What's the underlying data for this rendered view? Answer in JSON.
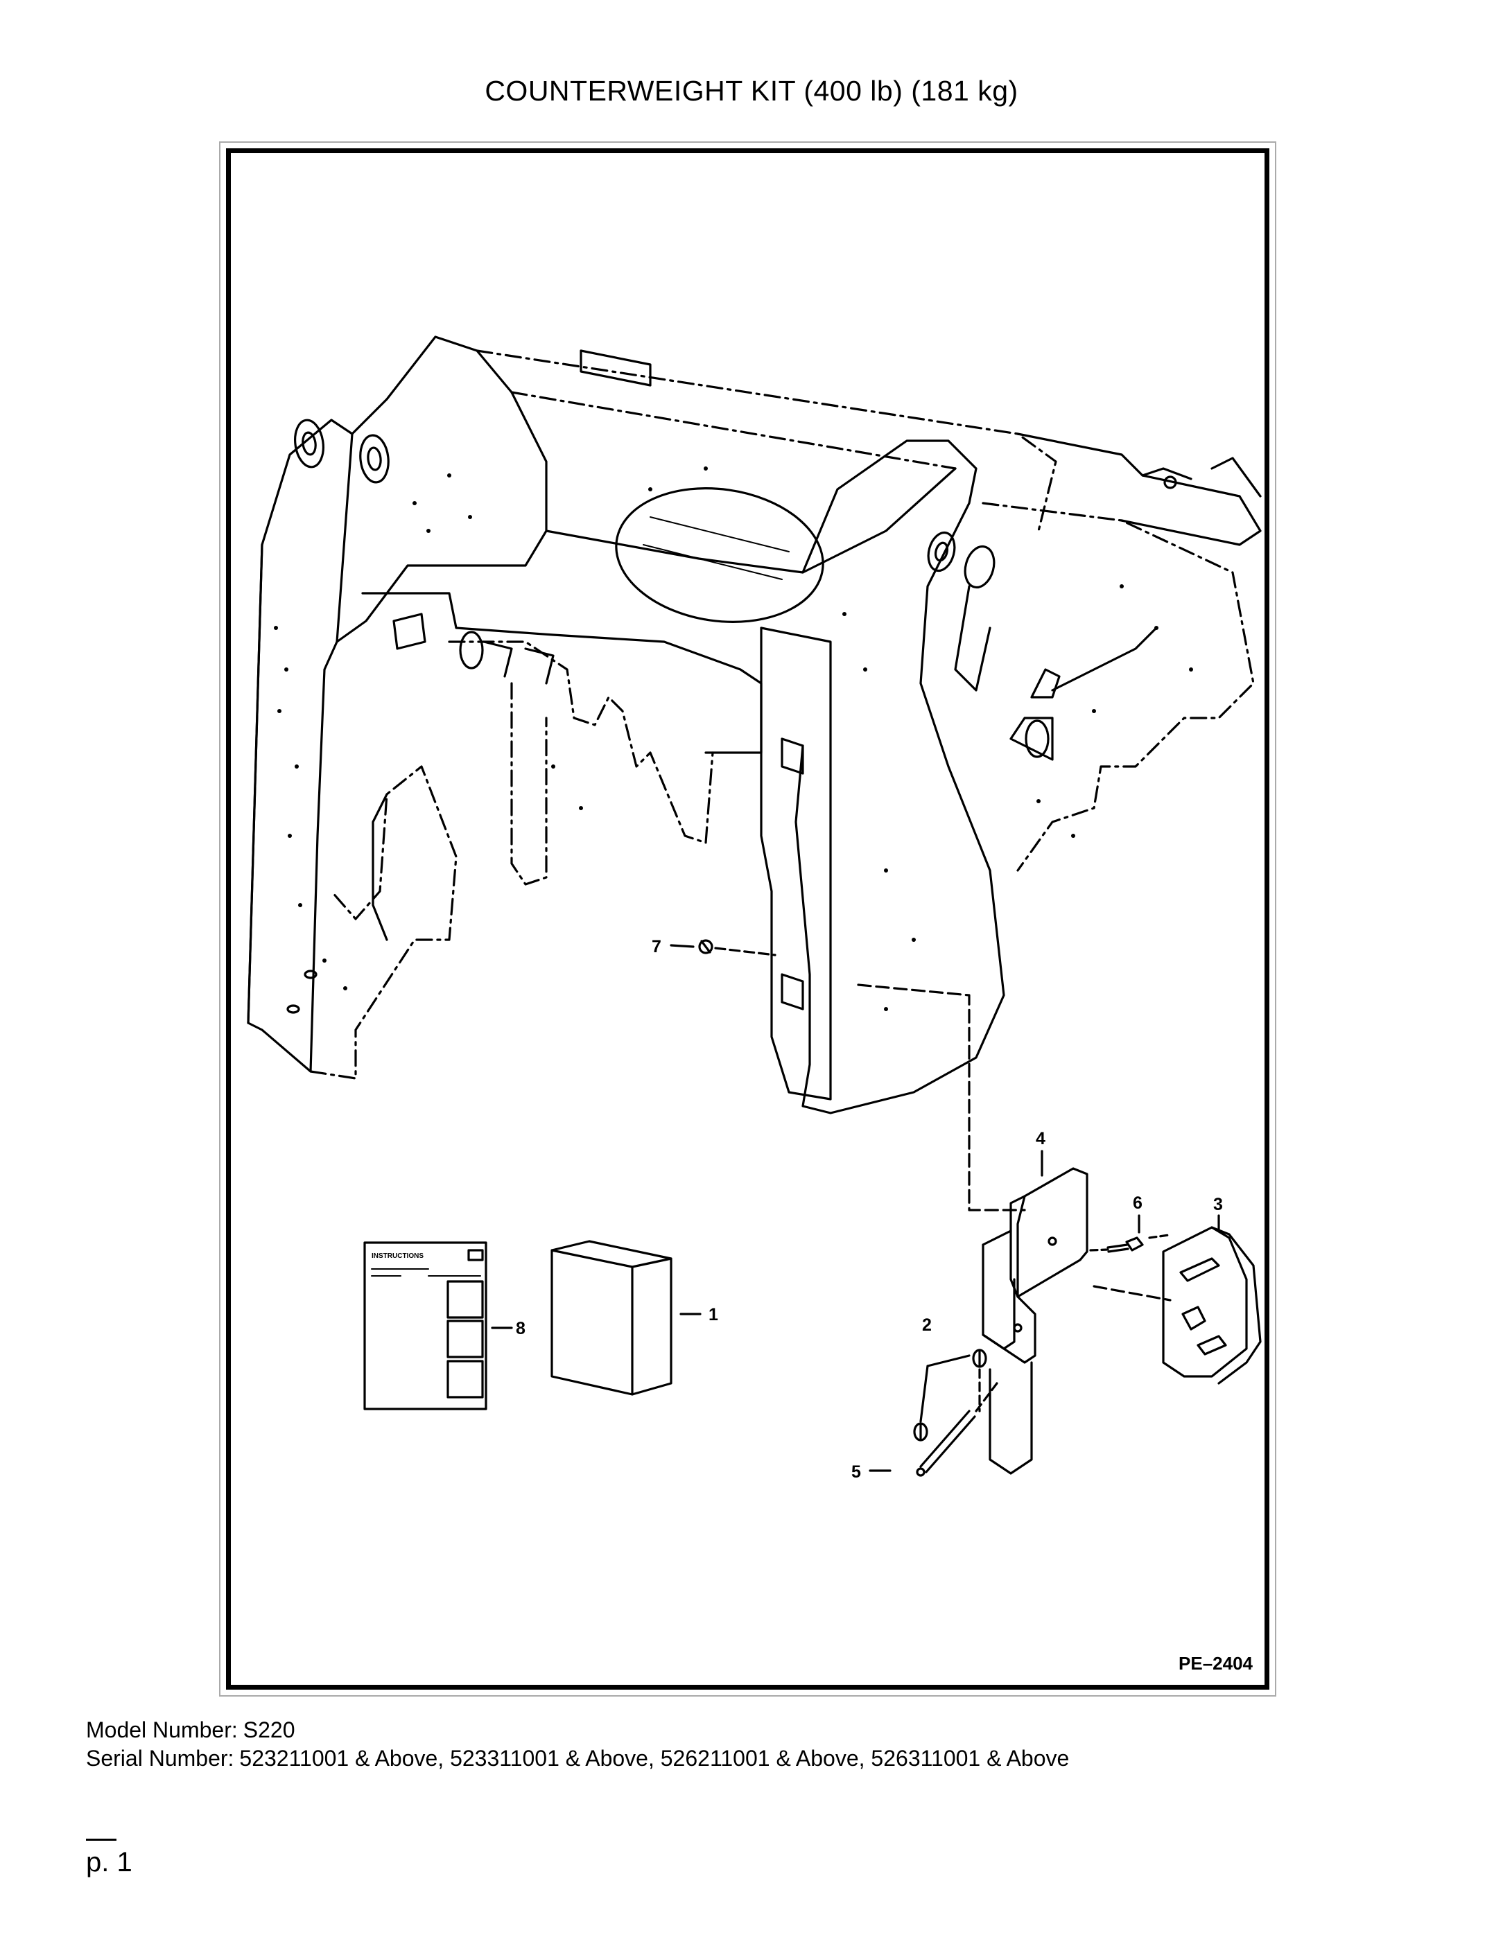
{
  "title": "COUNTERWEIGHT KIT (400 lb) (181 kg)",
  "figure": {
    "code": "PE–2404",
    "callouts": [
      "1",
      "2",
      "3",
      "4",
      "5",
      "6",
      "7",
      "8"
    ],
    "instruction_sheet_label": "INSTRUCTIONS"
  },
  "meta": {
    "model_label": "Model Number:",
    "model_value": "S220",
    "serial_label": "Serial Number:",
    "serial_value": "523211001 & Above, 523311001 & Above, 526211001 & Above, 526311001 & Above"
  },
  "page": {
    "number": "p. 1"
  },
  "icons": [
    "loader-frame-drawing",
    "instruction-sheet-icon",
    "decal-box-icon",
    "counterweight-icon",
    "bracket-icon",
    "pin-icon",
    "bolt-icon",
    "nut-icon"
  ]
}
